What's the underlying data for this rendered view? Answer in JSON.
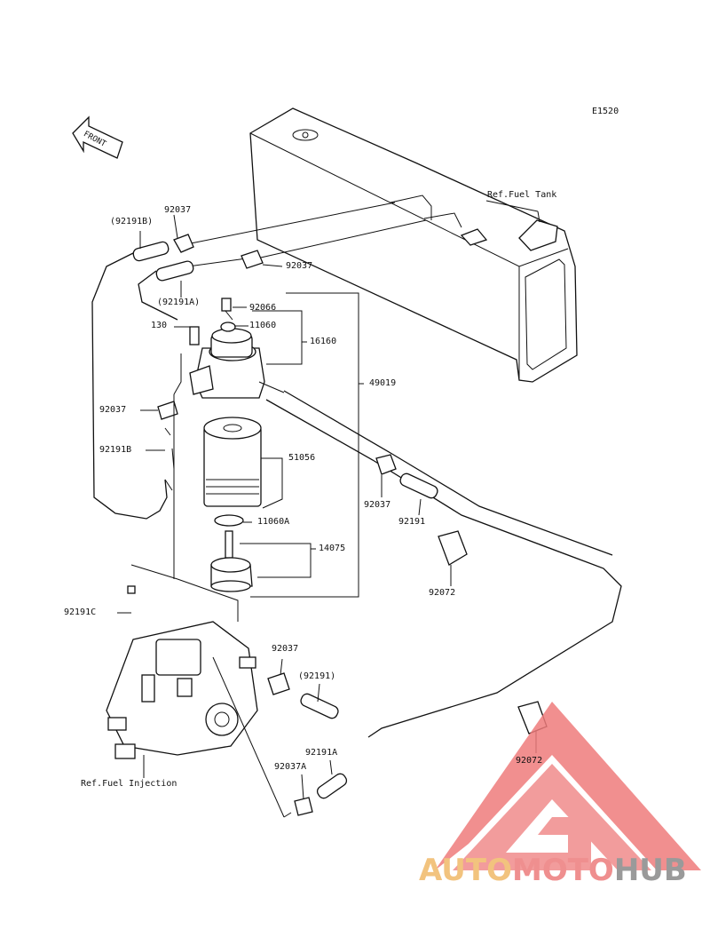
{
  "diagram": {
    "code": "E1520",
    "front_label": "FRONT",
    "refs": {
      "fuel_tank": "Ref.Fuel Tank",
      "fuel_injection": "Ref.Fuel Injection"
    },
    "parts": [
      {
        "id": "p-92037-a",
        "label": "92037"
      },
      {
        "id": "p-92191b-paren",
        "label": "(92191B)"
      },
      {
        "id": "p-92037-b",
        "label": "92037"
      },
      {
        "id": "p-92191a-paren",
        "label": "(92191A)"
      },
      {
        "id": "p-92066",
        "label": "92066"
      },
      {
        "id": "p-130",
        "label": "130"
      },
      {
        "id": "p-11060",
        "label": "11060"
      },
      {
        "id": "p-16160",
        "label": "16160"
      },
      {
        "id": "p-49019",
        "label": "49019"
      },
      {
        "id": "p-92037-c",
        "label": "92037"
      },
      {
        "id": "p-92191b",
        "label": "92191B"
      },
      {
        "id": "p-51056",
        "label": "51056"
      },
      {
        "id": "p-92037-d",
        "label": "92037"
      },
      {
        "id": "p-92191",
        "label": "92191"
      },
      {
        "id": "p-11060a",
        "label": "11060A"
      },
      {
        "id": "p-14075",
        "label": "14075"
      },
      {
        "id": "p-92072-a",
        "label": "92072"
      },
      {
        "id": "p-92191c",
        "label": "92191C"
      },
      {
        "id": "p-92037-e",
        "label": "92037"
      },
      {
        "id": "p-92191-paren",
        "label": "(92191)"
      },
      {
        "id": "p-92072-b",
        "label": "92072"
      },
      {
        "id": "p-92191a",
        "label": "92191A"
      },
      {
        "id": "p-92037a",
        "label": "92037A"
      }
    ]
  },
  "watermark": {
    "part1": "AUTO",
    "part2": "MOTO",
    "part3": "HUB",
    "colors": {
      "auto": "#f2c37e",
      "moto": "#ef8f8f",
      "hub": "#9a9a9a",
      "triangle": "#ee7b7b"
    }
  }
}
